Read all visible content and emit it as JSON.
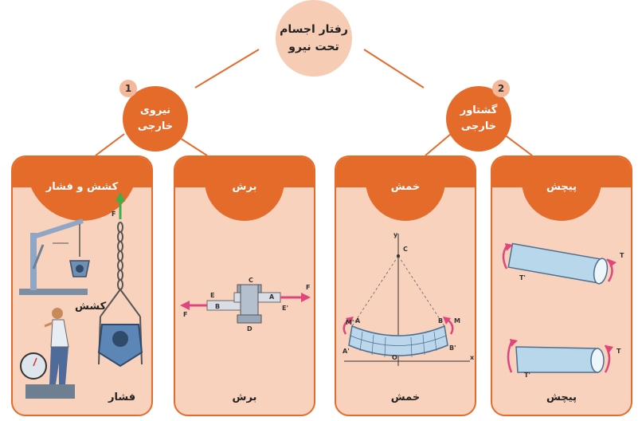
{
  "root": {
    "line1": "رفتار اجسام",
    "line2": "تحت نیرو"
  },
  "categories": [
    {
      "line1": "نیروی",
      "line2": "خارجی",
      "badge": "1"
    },
    {
      "line1": "گشتاور",
      "line2": "خارجی",
      "badge": "2"
    }
  ],
  "cards": [
    {
      "title": "کشش و فشار",
      "label_tension": "کشش",
      "label_compression": "فشار",
      "fig_labels": {
        "f": "F"
      }
    },
    {
      "title": "برش",
      "footer": "برش",
      "fig_labels": {
        "c": "C",
        "e": "E",
        "a": "A",
        "f_right": "F",
        "b": "B",
        "e_prime": "E'",
        "f_left": "F",
        "d": "D"
      }
    },
    {
      "title": "خمش",
      "footer": "خمش",
      "fig_labels": {
        "y": "y",
        "c": "C",
        "m_left": "M'",
        "a": "A",
        "b": "B",
        "m_right": "M",
        "a_prime": "A'",
        "b_prime": "B'",
        "o": "O",
        "x": "x"
      }
    },
    {
      "title": "پیچش",
      "footer": "پیچش",
      "fig_labels": {
        "t1": "T",
        "t1p": "T'",
        "t2": "T",
        "t2p": "T'"
      }
    }
  ],
  "colors": {
    "accent": "#e56b2b",
    "card_bg": "#f8d2bd",
    "root_bg": "#f7ccb5",
    "badge_bg": "#f4b99b",
    "arrow": "#e0457b"
  }
}
